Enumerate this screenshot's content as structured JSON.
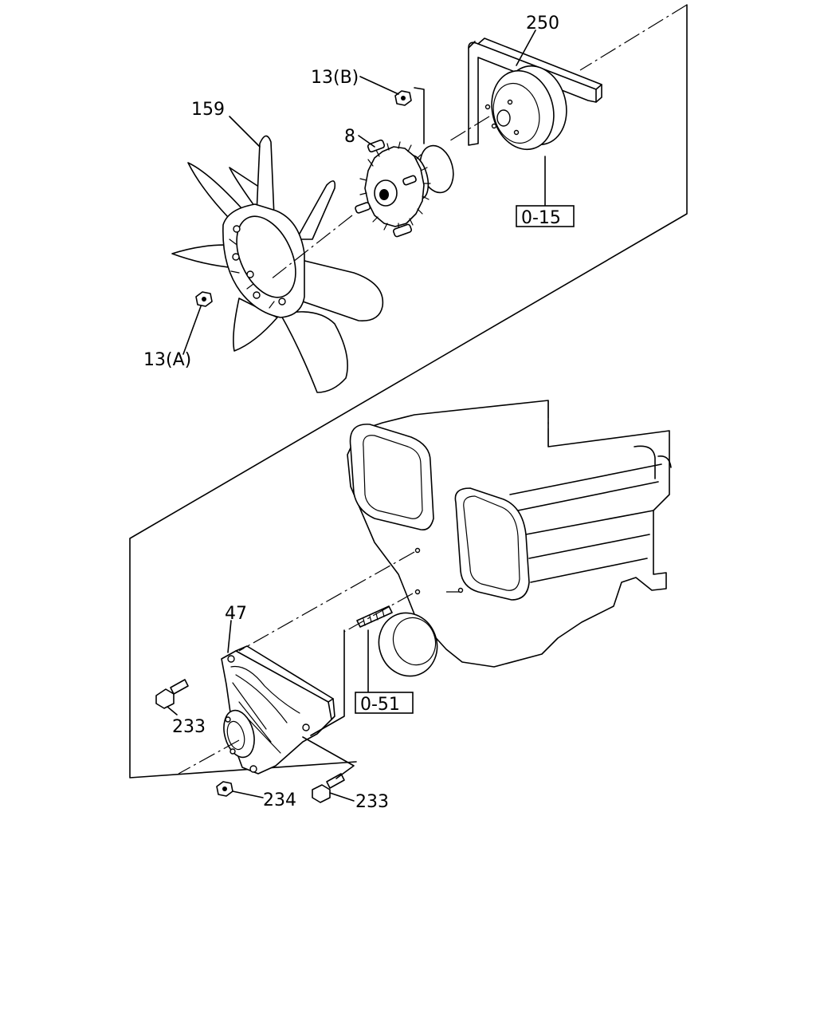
{
  "callouts": {
    "c250": "250",
    "c13b": "13(B)",
    "c159": "159",
    "c8": "8",
    "c015": "0-15",
    "c13a": "13(A)",
    "c47": "47",
    "c051": "0-51",
    "c233_left": "233",
    "c234": "234",
    "c233_right": "233"
  }
}
